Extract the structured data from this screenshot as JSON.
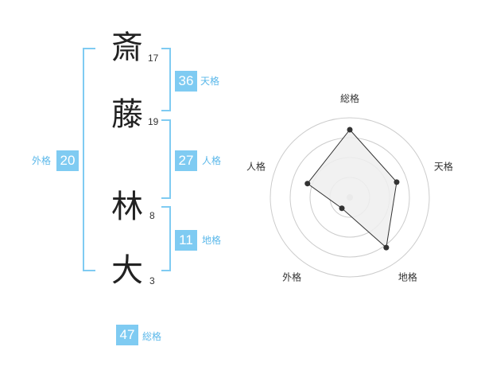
{
  "name_chars": [
    {
      "char": "斎",
      "strokes": "17"
    },
    {
      "char": "藤",
      "strokes": "19"
    },
    {
      "char": "林",
      "strokes": "8"
    },
    {
      "char": "大",
      "strokes": "3"
    }
  ],
  "fortunes": {
    "tenkaku": {
      "value": "36",
      "label": "天格"
    },
    "jinkaku": {
      "value": "27",
      "label": "人格"
    },
    "chikaku": {
      "value": "11",
      "label": "地格"
    },
    "gaikaku": {
      "value": "20",
      "label": "外格"
    },
    "soukaku": {
      "value": "47",
      "label": "総格"
    }
  },
  "chart_data": {
    "type": "radar",
    "axes": [
      "総格",
      "天格",
      "地格",
      "外格",
      "人格"
    ],
    "values": [
      0.85,
      0.62,
      0.78,
      0.17,
      0.56
    ],
    "rings": 4,
    "colors": {
      "fill": "#eeeeee",
      "line": "#333333",
      "ring": "#cccccc",
      "point": "#333333"
    }
  }
}
